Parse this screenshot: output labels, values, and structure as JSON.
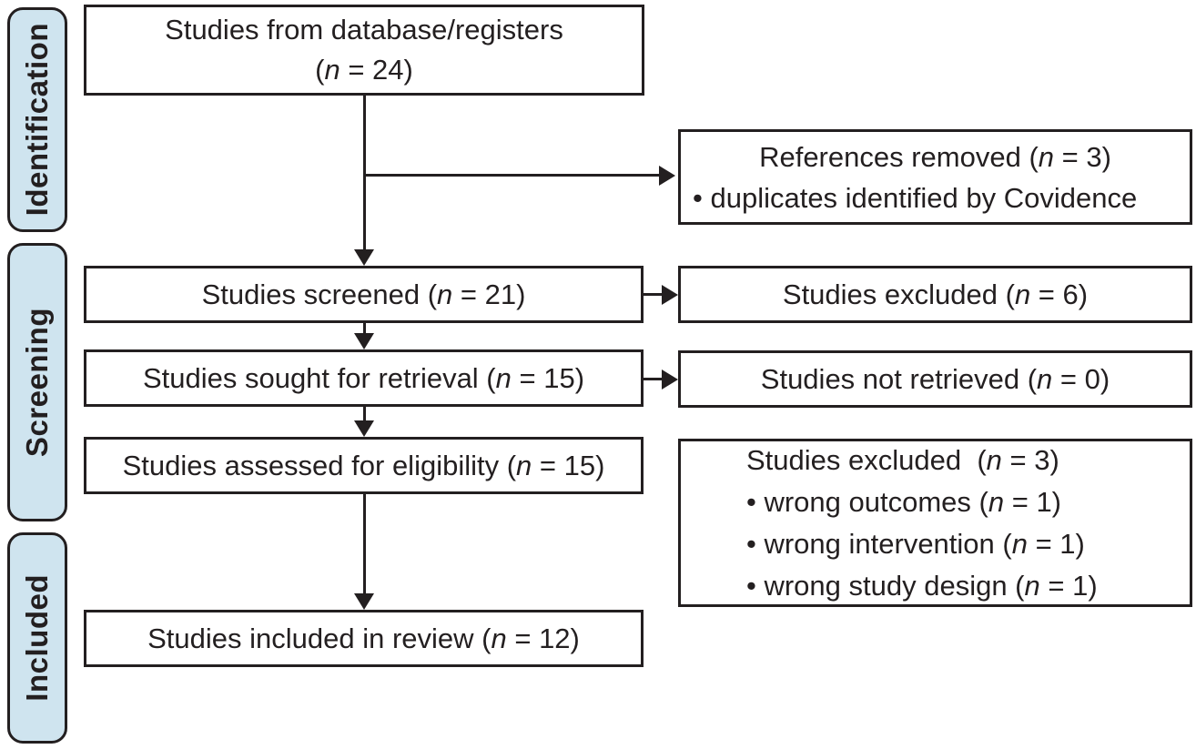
{
  "palette": {
    "border": "#231f20",
    "text": "#231f20",
    "stage_fill": "#cfe4ef",
    "box_fill": "#ffffff"
  },
  "stages": {
    "identification": "Identification",
    "screening": "Screening",
    "included": "Included"
  },
  "boxes": {
    "database": {
      "lines": [
        {
          "pre": "Studies from database/registers"
        },
        {
          "pre": "(",
          "n": "n",
          "post": " = 24)"
        }
      ]
    },
    "references_removed": {
      "lines": [
        {
          "pre": "References removed (",
          "n": "n",
          "post": " = 3)"
        },
        {
          "pre": "• duplicates identified by Covidence"
        }
      ]
    },
    "screened": {
      "pre": "Studies screened (",
      "n": "n",
      "post": " = 21)"
    },
    "excluded_screening": {
      "pre": "Studies excluded (",
      "n": "n",
      "post": " = 6)"
    },
    "sought": {
      "pre": "Studies sought for retrieval (",
      "n": "n",
      "post": " = 15)"
    },
    "not_retrieved": {
      "pre": "Studies not retrieved (",
      "n": "n",
      "post": " = 0)"
    },
    "assessed": {
      "pre": "Studies assessed for eligibility (",
      "n": "n",
      "post": " = 15)"
    },
    "excluded_eligibility": {
      "lines": [
        {
          "pre": "Studies excluded  (",
          "n": "n",
          "post": " = 3)"
        },
        {
          "pre": "• wrong outcomes (",
          "n": "n",
          "post": " = 1)"
        },
        {
          "pre": "• wrong intervention (",
          "n": "n",
          "post": " = 1)"
        },
        {
          "pre": "• wrong study design (",
          "n": "n",
          "post": " = 1)"
        }
      ]
    },
    "included": {
      "pre": "Studies included in review (",
      "n": "n",
      "post": " = 12)"
    }
  }
}
